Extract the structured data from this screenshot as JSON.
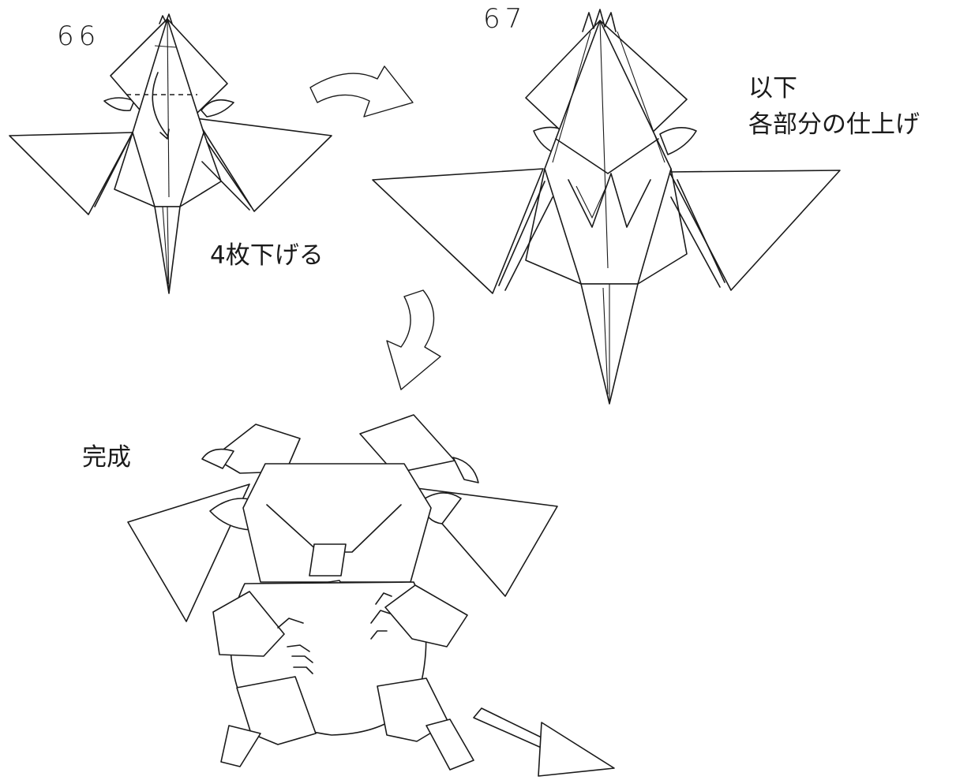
{
  "steps": [
    {
      "number": "66",
      "caption": "4枚下げる"
    },
    {
      "number": "67",
      "caption_line1": "以下",
      "caption_line2": "各部分の仕上げ"
    }
  ],
  "final": {
    "caption": "完成"
  }
}
